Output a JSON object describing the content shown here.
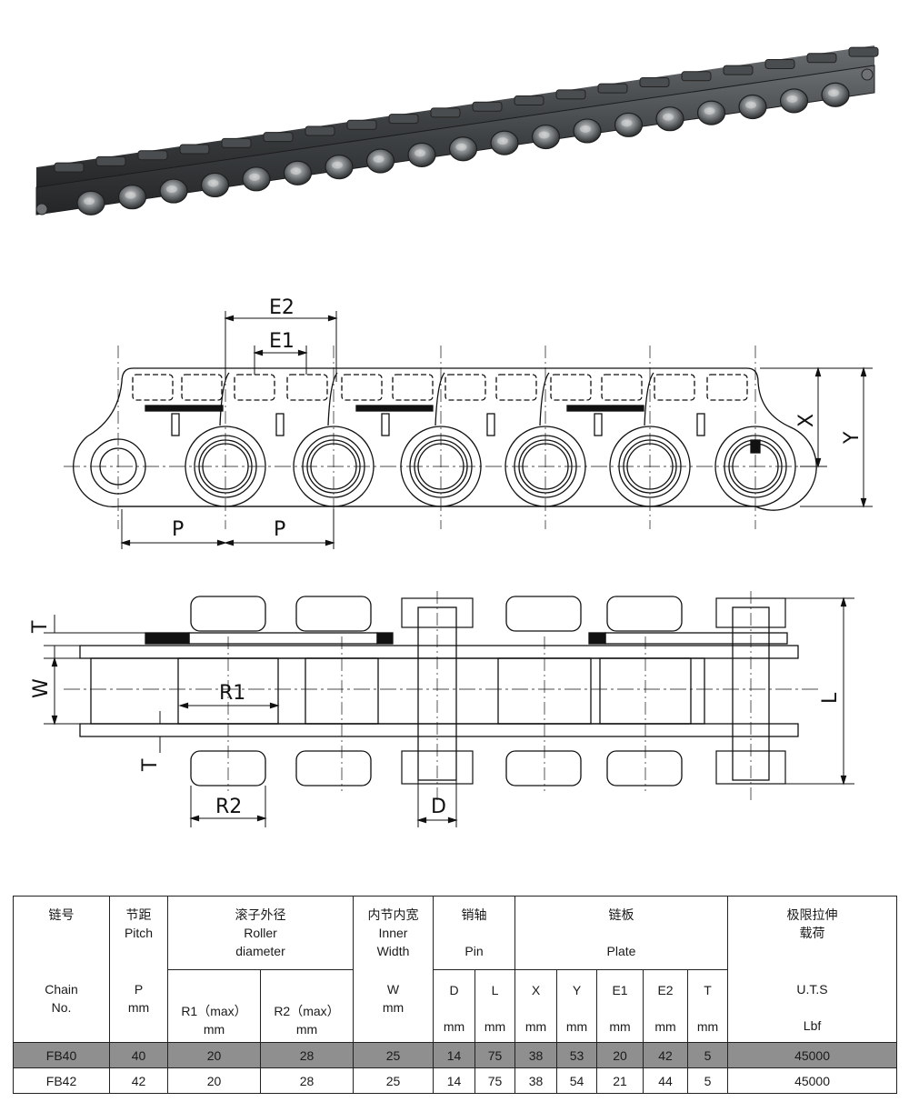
{
  "drawing_labels": {
    "E2": "E2",
    "E1": "E1",
    "X": "X",
    "Y": "Y",
    "P1": "P",
    "P2": "P",
    "T_top": "T",
    "W": "W",
    "R1": "R1",
    "T_bottom": "T",
    "R2": "R2",
    "D": "D",
    "L": "L"
  },
  "table": {
    "header": {
      "chain_cn": "链号",
      "chain_en1": "Chain",
      "chain_en2": "No.",
      "pitch_cn": "节距",
      "pitch_en": "Pitch",
      "pitch_sym": "P",
      "pitch_unit": "mm",
      "roller_cn": "滚子外径",
      "roller_en1": "Roller",
      "roller_en2": "diameter",
      "r1": "R1（max）",
      "r1_unit": "mm",
      "r2": "R2（max）",
      "r2_unit": "mm",
      "inner_cn": "内节内宽",
      "inner_en1": "Inner",
      "inner_en2": "Width",
      "inner_sym": "W",
      "inner_unit": "mm",
      "pin_cn": "销轴",
      "pin_en": "Pin",
      "plate_cn": "链板",
      "plate_en": "Plate",
      "uts_cn1": "极限拉伸",
      "uts_cn2": "载荷",
      "uts_sym": "U.T.S",
      "uts_unit": "Lbf",
      "subcols": [
        "D",
        "L",
        "X",
        "Y",
        "E1",
        "E2",
        "T"
      ],
      "subunits": [
        "mm",
        "mm",
        "mm",
        "mm",
        "mm",
        "mm",
        "mm"
      ]
    },
    "rows": [
      {
        "chain": "FB40",
        "p": "40",
        "r1": "20",
        "r2": "28",
        "w": "25",
        "d": "14",
        "l": "75",
        "x": "38",
        "y": "53",
        "e1": "20",
        "e2": "42",
        "t": "5",
        "uts": "45000"
      },
      {
        "chain": "FB42",
        "p": "42",
        "r1": "20",
        "r2": "28",
        "w": "25",
        "d": "14",
        "l": "75",
        "x": "38",
        "y": "54",
        "e1": "21",
        "e2": "44",
        "t": "5",
        "uts": "45000"
      }
    ]
  }
}
